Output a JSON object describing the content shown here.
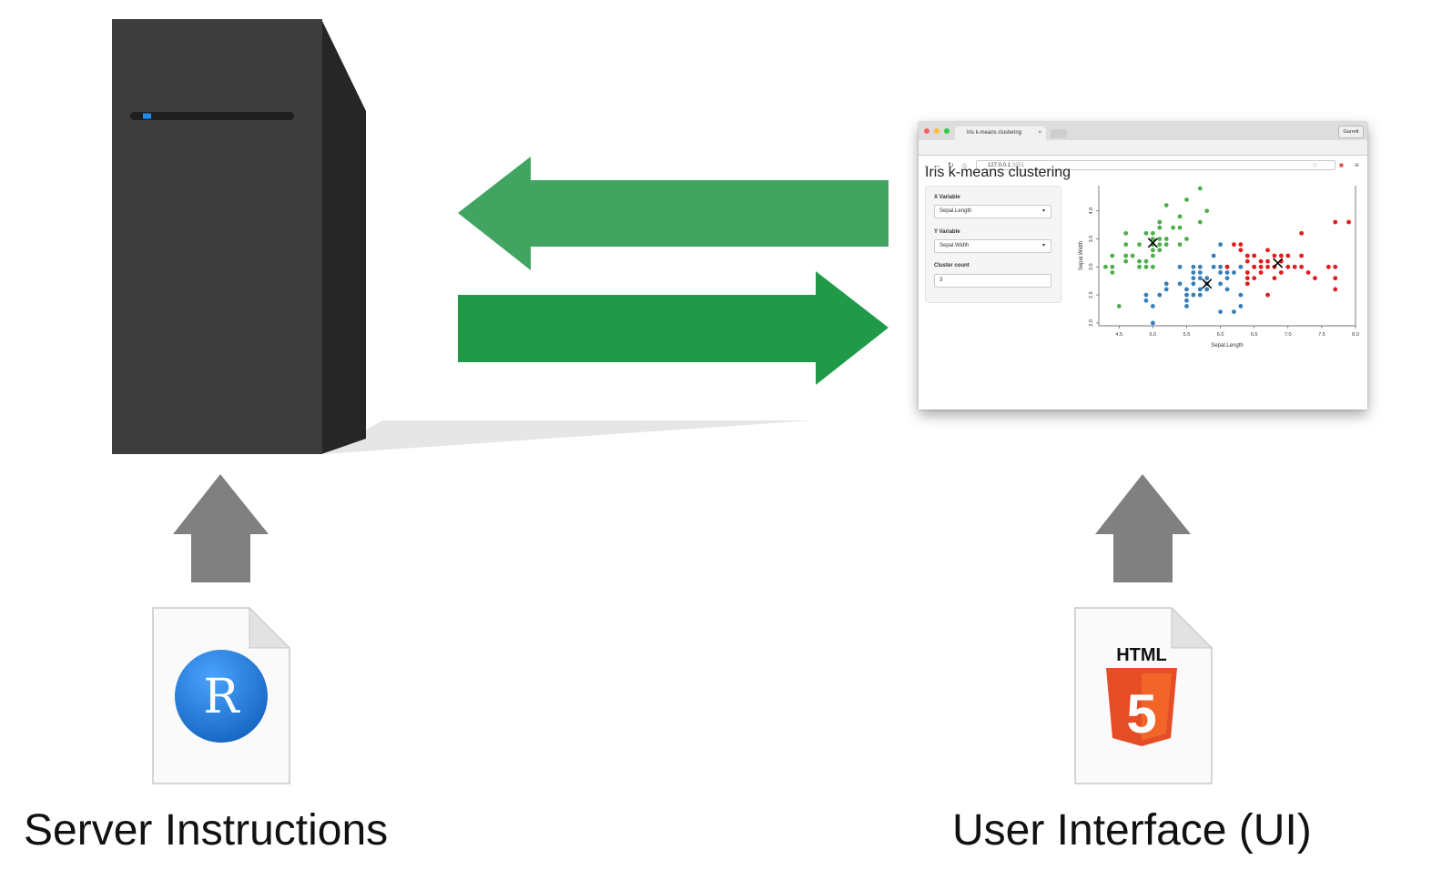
{
  "captions": {
    "server": "Server Instructions",
    "ui": "User Interface (UI)"
  },
  "colors": {
    "arrow_back": "#41a461",
    "arrow_forward": "#209a48",
    "up_arrows": "#808080",
    "server_front": "#3d3d3d",
    "server_side": "#262626",
    "server_led": "#1d8cea",
    "r_logo": "#1976d2",
    "html5_shield": "#e44d26",
    "cluster_green": "#4daf4a",
    "cluster_blue": "#377eb8",
    "cluster_red": "#e41a1c"
  },
  "icons": {
    "server": "server-tower-icon",
    "r_file": "r-document-icon",
    "html_file": "html5-document-icon",
    "r_logo_letter": "R",
    "html_label": "HTML",
    "html5_number": "5"
  },
  "browser": {
    "tab_title": "Iris k-means clustering",
    "tab_close": "×",
    "user_button": "Garrett",
    "url_host": "127.0.0.1",
    "url_port": ":3251",
    "app_title": "Iris k-means clustering",
    "controls": {
      "x_label": "X Variable",
      "x_value": "Sepal.Length",
      "y_label": "Y Variable",
      "y_value": "Sepal.Width",
      "count_label": "Cluster count",
      "count_value": "3"
    }
  },
  "chart_data": {
    "type": "scatter",
    "title": "",
    "xlabel": "Sepal.Length",
    "ylabel": "Sepal.Width",
    "xlim": [
      4.2,
      8.0
    ],
    "ylim": [
      1.95,
      4.45
    ],
    "xticks": [
      "4.5",
      "5.0",
      "5.5",
      "6.0",
      "6.5",
      "7.0",
      "7.5",
      "8.0"
    ],
    "yticks": [
      "2.0",
      "2.5",
      "3.0",
      "3.5",
      "4.0"
    ],
    "series": [
      {
        "color": "#4daf4a",
        "points": [
          [
            4.3,
            3.0
          ],
          [
            4.4,
            2.9
          ],
          [
            4.4,
            3.0
          ],
          [
            4.4,
            3.2
          ],
          [
            4.5,
            2.3
          ],
          [
            4.6,
            3.1
          ],
          [
            4.6,
            3.4
          ],
          [
            4.6,
            3.6
          ],
          [
            4.6,
            3.2
          ],
          [
            4.7,
            3.2
          ],
          [
            4.8,
            3.4
          ],
          [
            4.8,
            3.0
          ],
          [
            4.8,
            3.1
          ],
          [
            4.9,
            3.0
          ],
          [
            4.9,
            3.1
          ],
          [
            4.9,
            3.6
          ],
          [
            5.0,
            3.6
          ],
          [
            5.0,
            3.4
          ],
          [
            5.0,
            3.0
          ],
          [
            5.0,
            3.3
          ],
          [
            5.0,
            3.5
          ],
          [
            5.0,
            3.2
          ],
          [
            5.1,
            3.5
          ],
          [
            5.1,
            3.8
          ],
          [
            5.1,
            3.7
          ],
          [
            5.1,
            3.3
          ],
          [
            5.1,
            3.4
          ],
          [
            5.1,
            3.8
          ],
          [
            5.2,
            3.5
          ],
          [
            5.2,
            3.4
          ],
          [
            5.2,
            4.1
          ],
          [
            5.3,
            3.7
          ],
          [
            5.4,
            3.9
          ],
          [
            5.4,
            3.7
          ],
          [
            5.4,
            3.4
          ],
          [
            5.5,
            4.2
          ],
          [
            5.5,
            3.5
          ],
          [
            5.7,
            4.4
          ],
          [
            5.7,
            3.8
          ],
          [
            5.8,
            4.0
          ]
        ]
      },
      {
        "color": "#377eb8",
        "points": [
          [
            4.9,
            2.4
          ],
          [
            4.9,
            2.5
          ],
          [
            5.0,
            2.0
          ],
          [
            5.0,
            2.3
          ],
          [
            5.1,
            2.5
          ],
          [
            5.2,
            2.7
          ],
          [
            5.4,
            3.0
          ],
          [
            5.5,
            2.3
          ],
          [
            5.5,
            2.4
          ],
          [
            5.5,
            2.5
          ],
          [
            5.5,
            2.6
          ],
          [
            5.6,
            2.9
          ],
          [
            5.6,
            2.5
          ],
          [
            5.6,
            2.7
          ],
          [
            5.6,
            3.0
          ],
          [
            5.6,
            2.8
          ],
          [
            5.7,
            2.8
          ],
          [
            5.7,
            2.6
          ],
          [
            5.7,
            3.0
          ],
          [
            5.7,
            2.9
          ],
          [
            5.7,
            2.5
          ],
          [
            5.8,
            2.7
          ],
          [
            5.8,
            2.6
          ],
          [
            5.8,
            2.8
          ],
          [
            5.9,
            3.0
          ],
          [
            5.9,
            3.2
          ],
          [
            6.0,
            2.2
          ],
          [
            6.0,
            2.9
          ],
          [
            6.0,
            2.7
          ],
          [
            6.0,
            3.0
          ],
          [
            6.0,
            3.4
          ],
          [
            6.1,
            2.9
          ],
          [
            6.1,
            2.8
          ],
          [
            6.1,
            2.6
          ],
          [
            6.1,
            3.0
          ],
          [
            6.2,
            2.2
          ],
          [
            6.2,
            2.9
          ],
          [
            6.3,
            2.5
          ],
          [
            6.3,
            2.3
          ],
          [
            5.4,
            2.7
          ],
          [
            5.2,
            2.6
          ],
          [
            6.3,
            3.0
          ]
        ]
      },
      {
        "color": "#e41a1c",
        "points": [
          [
            6.3,
            3.3
          ],
          [
            6.3,
            3.4
          ],
          [
            6.4,
            3.2
          ],
          [
            6.4,
            2.8
          ],
          [
            6.4,
            3.1
          ],
          [
            6.5,
            3.0
          ],
          [
            6.5,
            3.2
          ],
          [
            6.5,
            2.8
          ],
          [
            6.5,
            3.0
          ],
          [
            6.6,
            2.9
          ],
          [
            6.6,
            3.0
          ],
          [
            6.7,
            3.1
          ],
          [
            6.7,
            3.3
          ],
          [
            6.7,
            2.5
          ],
          [
            6.7,
            3.0
          ],
          [
            6.8,
            2.8
          ],
          [
            6.8,
            3.2
          ],
          [
            6.8,
            3.0
          ],
          [
            6.9,
            3.1
          ],
          [
            6.9,
            3.2
          ],
          [
            7.0,
            3.2
          ],
          [
            7.1,
            3.0
          ],
          [
            7.2,
            3.6
          ],
          [
            7.2,
            3.2
          ],
          [
            7.2,
            3.0
          ],
          [
            7.3,
            2.9
          ],
          [
            7.4,
            2.8
          ],
          [
            7.6,
            3.0
          ],
          [
            7.7,
            3.8
          ],
          [
            7.7,
            2.6
          ],
          [
            7.7,
            2.8
          ],
          [
            7.7,
            3.0
          ],
          [
            7.9,
            3.8
          ],
          [
            6.2,
            3.4
          ],
          [
            6.1,
            3.0
          ],
          [
            6.4,
            2.7
          ],
          [
            6.6,
            3.1
          ],
          [
            6.9,
            2.9
          ],
          [
            7.0,
            3.0
          ],
          [
            6.4,
            2.9
          ]
        ]
      }
    ],
    "centers": [
      [
        5.0,
        3.43
      ],
      [
        5.8,
        2.7
      ],
      [
        6.85,
        3.07
      ]
    ]
  }
}
